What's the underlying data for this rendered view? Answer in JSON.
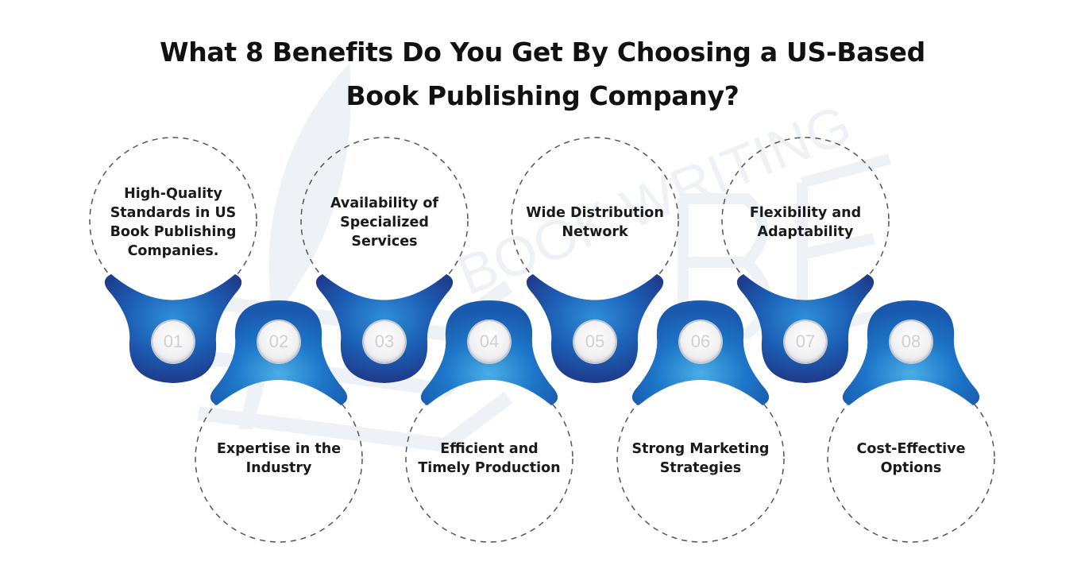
{
  "title": {
    "line1": "What 8 Benefits Do You Get By Choosing a US-Based",
    "line2": "Book Publishing Company?"
  },
  "watermark": {
    "text": "BOOK WRITING CUBE",
    "icons": [
      "feather-quill-icon",
      "stacked-books-icon"
    ]
  },
  "colors": {
    "dark_blue": "#1f3f8f",
    "mid_blue": "#1b6bbf",
    "light_blue": "#3fa2e0",
    "dashed_outline": "#555555",
    "badge_number": "#cfcfd4"
  },
  "benefits": [
    {
      "number": "01",
      "label": "High-Quality Standards in US Book Publishing Companies.",
      "position": "top"
    },
    {
      "number": "02",
      "label": "Expertise in the Industry",
      "position": "bottom"
    },
    {
      "number": "03",
      "label": "Availability of Specialized Services",
      "position": "top"
    },
    {
      "number": "04",
      "label": "Efficient and Timely Production",
      "position": "bottom"
    },
    {
      "number": "05",
      "label": "Wide Distribution Network",
      "position": "top"
    },
    {
      "number": "06",
      "label": "Strong Marketing Strategies",
      "position": "bottom"
    },
    {
      "number": "07",
      "label": "Flexibility and Adaptability",
      "position": "top"
    },
    {
      "number": "08",
      "label": "Cost-Effective Options",
      "position": "bottom"
    }
  ]
}
